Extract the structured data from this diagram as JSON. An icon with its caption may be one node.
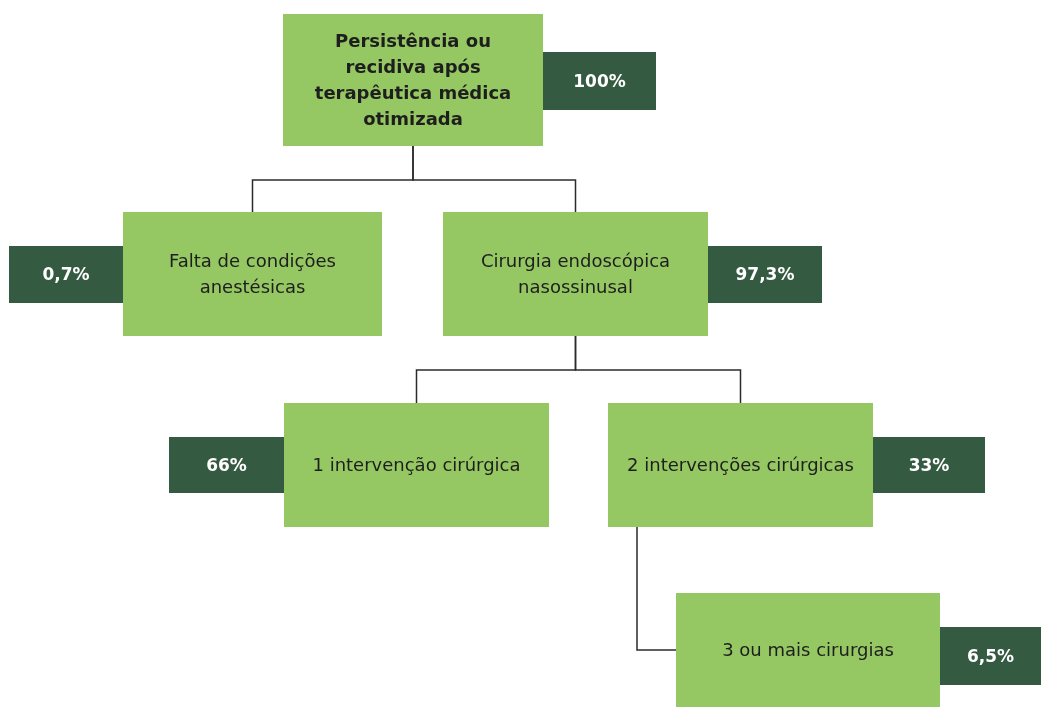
{
  "diagram": {
    "nodes": [
      {
        "text": [
          "Persistência ou recidiva após terapêutica médica otimizada"
        ]
      },
      {
        "text": [
          "100%"
        ]
      },
      {
        "text": [
          "0,7%"
        ]
      },
      {
        "text": [
          "Falta de condições anestésicas"
        ]
      },
      {
        "text": [
          "Cirurgia endoscópica nasossinusal"
        ]
      },
      {
        "text": [
          "97,3%"
        ]
      },
      {
        "text": [
          "66%"
        ]
      },
      {
        "text": [
          "1 intervenção cirúrgica"
        ]
      },
      {
        "text": [
          "2 intervenções cirúrgicas"
        ]
      },
      {
        "text": [
          "33%"
        ]
      },
      {
        "text": [
          "3 ou mais cirurgias"
        ]
      },
      {
        "text": [
          "6,5%"
        ]
      }
    ],
    "edges": [
      {
        "from": 0,
        "to": 3,
        "arrow": "none"
      },
      {
        "from": 0,
        "to": 4,
        "arrow": "none"
      },
      {
        "from": 4,
        "to": 7,
        "arrow": "none"
      },
      {
        "from": 4,
        "to": 8,
        "arrow": "none"
      },
      {
        "from": 8,
        "to": 10,
        "arrow": "none"
      }
    ]
  }
}
